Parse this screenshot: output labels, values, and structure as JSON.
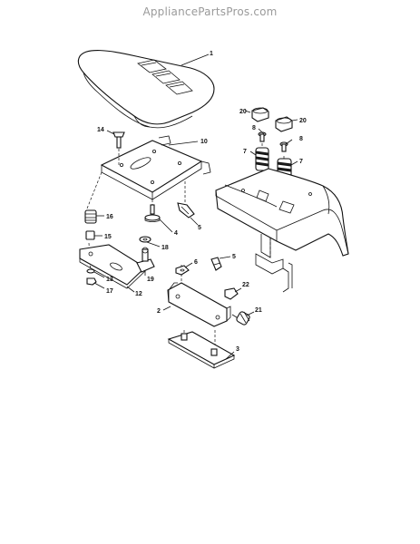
{
  "watermark": "AppliancePartsPros.com",
  "callouts": {
    "c1": "1",
    "c2": "2",
    "c3": "3",
    "c4": "4",
    "c5a": "5",
    "c5b": "5",
    "c6": "6",
    "c7a": "7",
    "c7b": "7",
    "c8a": "8",
    "c8b": "8",
    "c10": "10",
    "c12": "12",
    "c13": "13",
    "c14": "14",
    "c15": "15",
    "c16": "16",
    "c17": "17",
    "c18": "18",
    "c19": "19",
    "c20a": "20",
    "c20b": "20",
    "c21": "21",
    "c22": "22"
  }
}
